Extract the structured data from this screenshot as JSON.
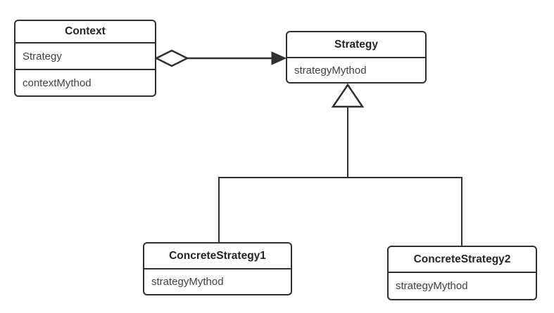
{
  "diagram": {
    "type": "uml-class-diagram",
    "colors": {
      "background": "#ffffff",
      "stroke": "#2f2f2f",
      "title_text": "#252525",
      "member_text": "#414141"
    },
    "classes": [
      {
        "title": "Context",
        "attributes": [
          "Strategy"
        ],
        "methods": [
          "contextMythod"
        ]
      },
      {
        "title": "Strategy",
        "attributes": [],
        "methods": [
          "strategyMythod"
        ]
      },
      {
        "title": "ConcreteStrategy1",
        "attributes": [],
        "methods": [
          "strategyMythod"
        ]
      },
      {
        "title": "ConcreteStrategy2",
        "attributes": [],
        "methods": [
          "strategyMythod"
        ]
      }
    ],
    "relations": [
      {
        "type": "aggregation",
        "from": "Context",
        "to": "Strategy",
        "source_marker": "hollow-diamond",
        "target_marker": "filled-arrowhead"
      },
      {
        "type": "generalization",
        "from": "ConcreteStrategy1",
        "to": "Strategy",
        "target_marker": "hollow-triangle"
      },
      {
        "type": "generalization",
        "from": "ConcreteStrategy2",
        "to": "Strategy",
        "target_marker": "hollow-triangle"
      }
    ]
  }
}
